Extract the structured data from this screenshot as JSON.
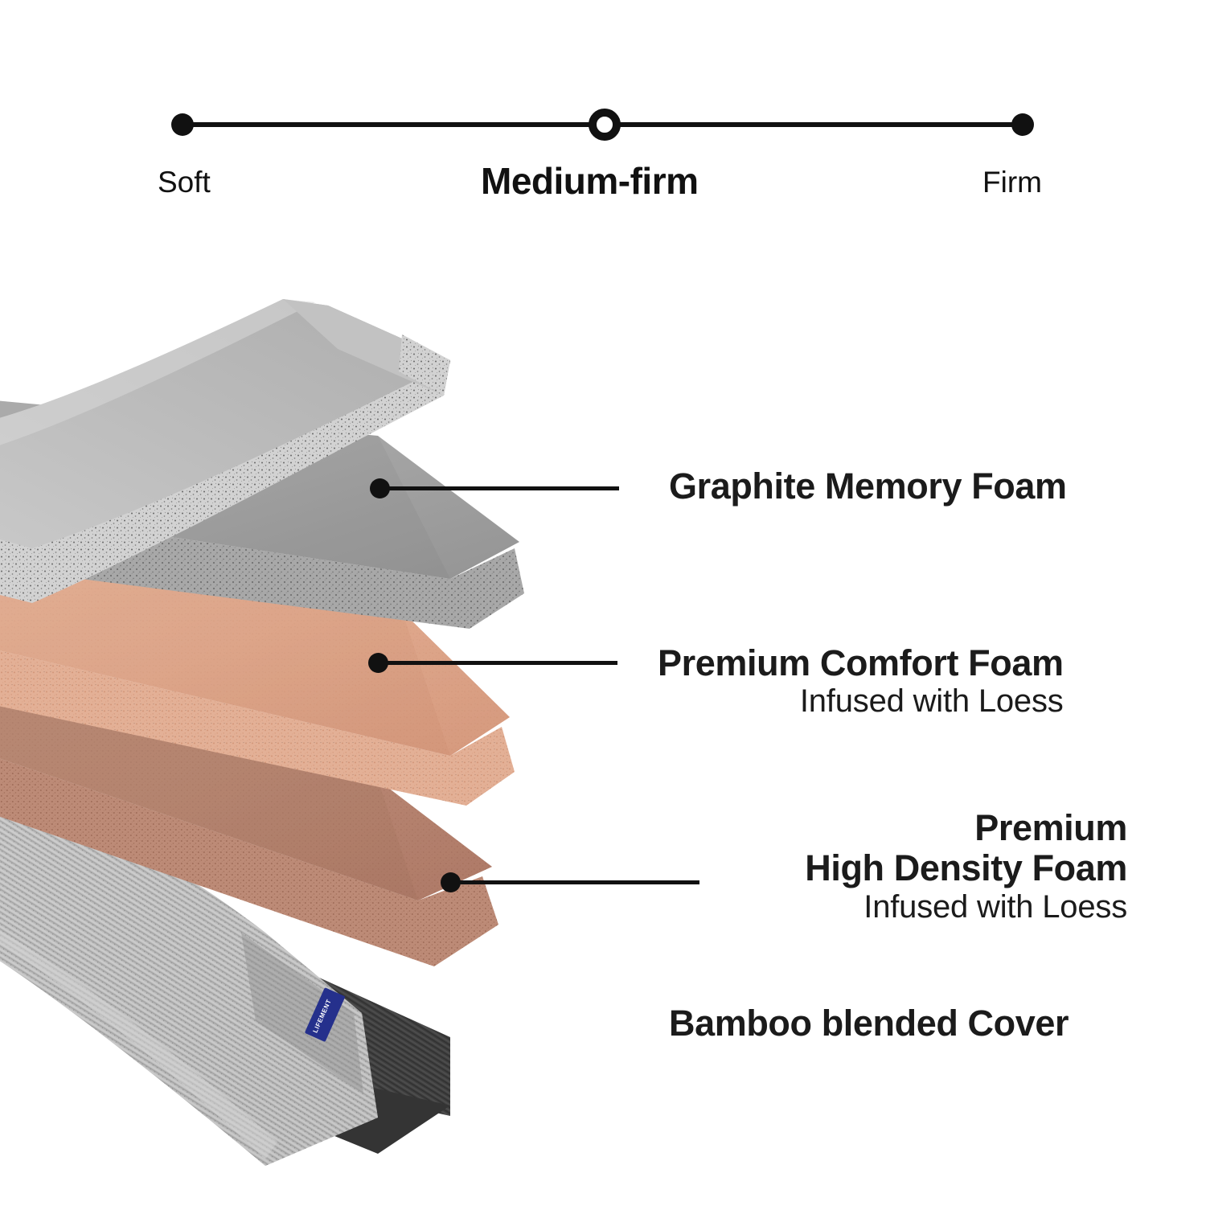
{
  "firmness": {
    "name": "firmness-scale",
    "selected": "Medium-firm",
    "labels": {
      "min": "Soft",
      "selected": "Medium-firm",
      "max": "Firm"
    }
  },
  "layers": [
    {
      "id": "graphite",
      "title": "Graphite Memory Foam",
      "subtitle": "",
      "color": "#b5b5b5"
    },
    {
      "id": "comfort",
      "title": "Premium Comfort Foam",
      "subtitle": "Infused with Loess",
      "color": "#e0a98d"
    },
    {
      "id": "density",
      "title_line1": "Premium",
      "title_line2": "High Density Foam",
      "subtitle": "Infused with Loess",
      "color": "#b98874"
    },
    {
      "id": "bamboo",
      "title": "Bamboo blended Cover",
      "subtitle": "",
      "color": "#a9a9a9"
    }
  ],
  "brand": {
    "tag_text": "LIFEMENT",
    "tag_color": "#25308c"
  },
  "colors": {
    "line": "#111111",
    "text": "#1b1b1b",
    "background": "#ffffff",
    "graphite_top": "#b5b5b5",
    "graphite_mid": "#9a9a9a",
    "comfort_foam": "#e0a98d",
    "density_foam": "#b98874",
    "cover_fabric": "#b0b0b0",
    "cover_underside": "#3d3d3d"
  }
}
